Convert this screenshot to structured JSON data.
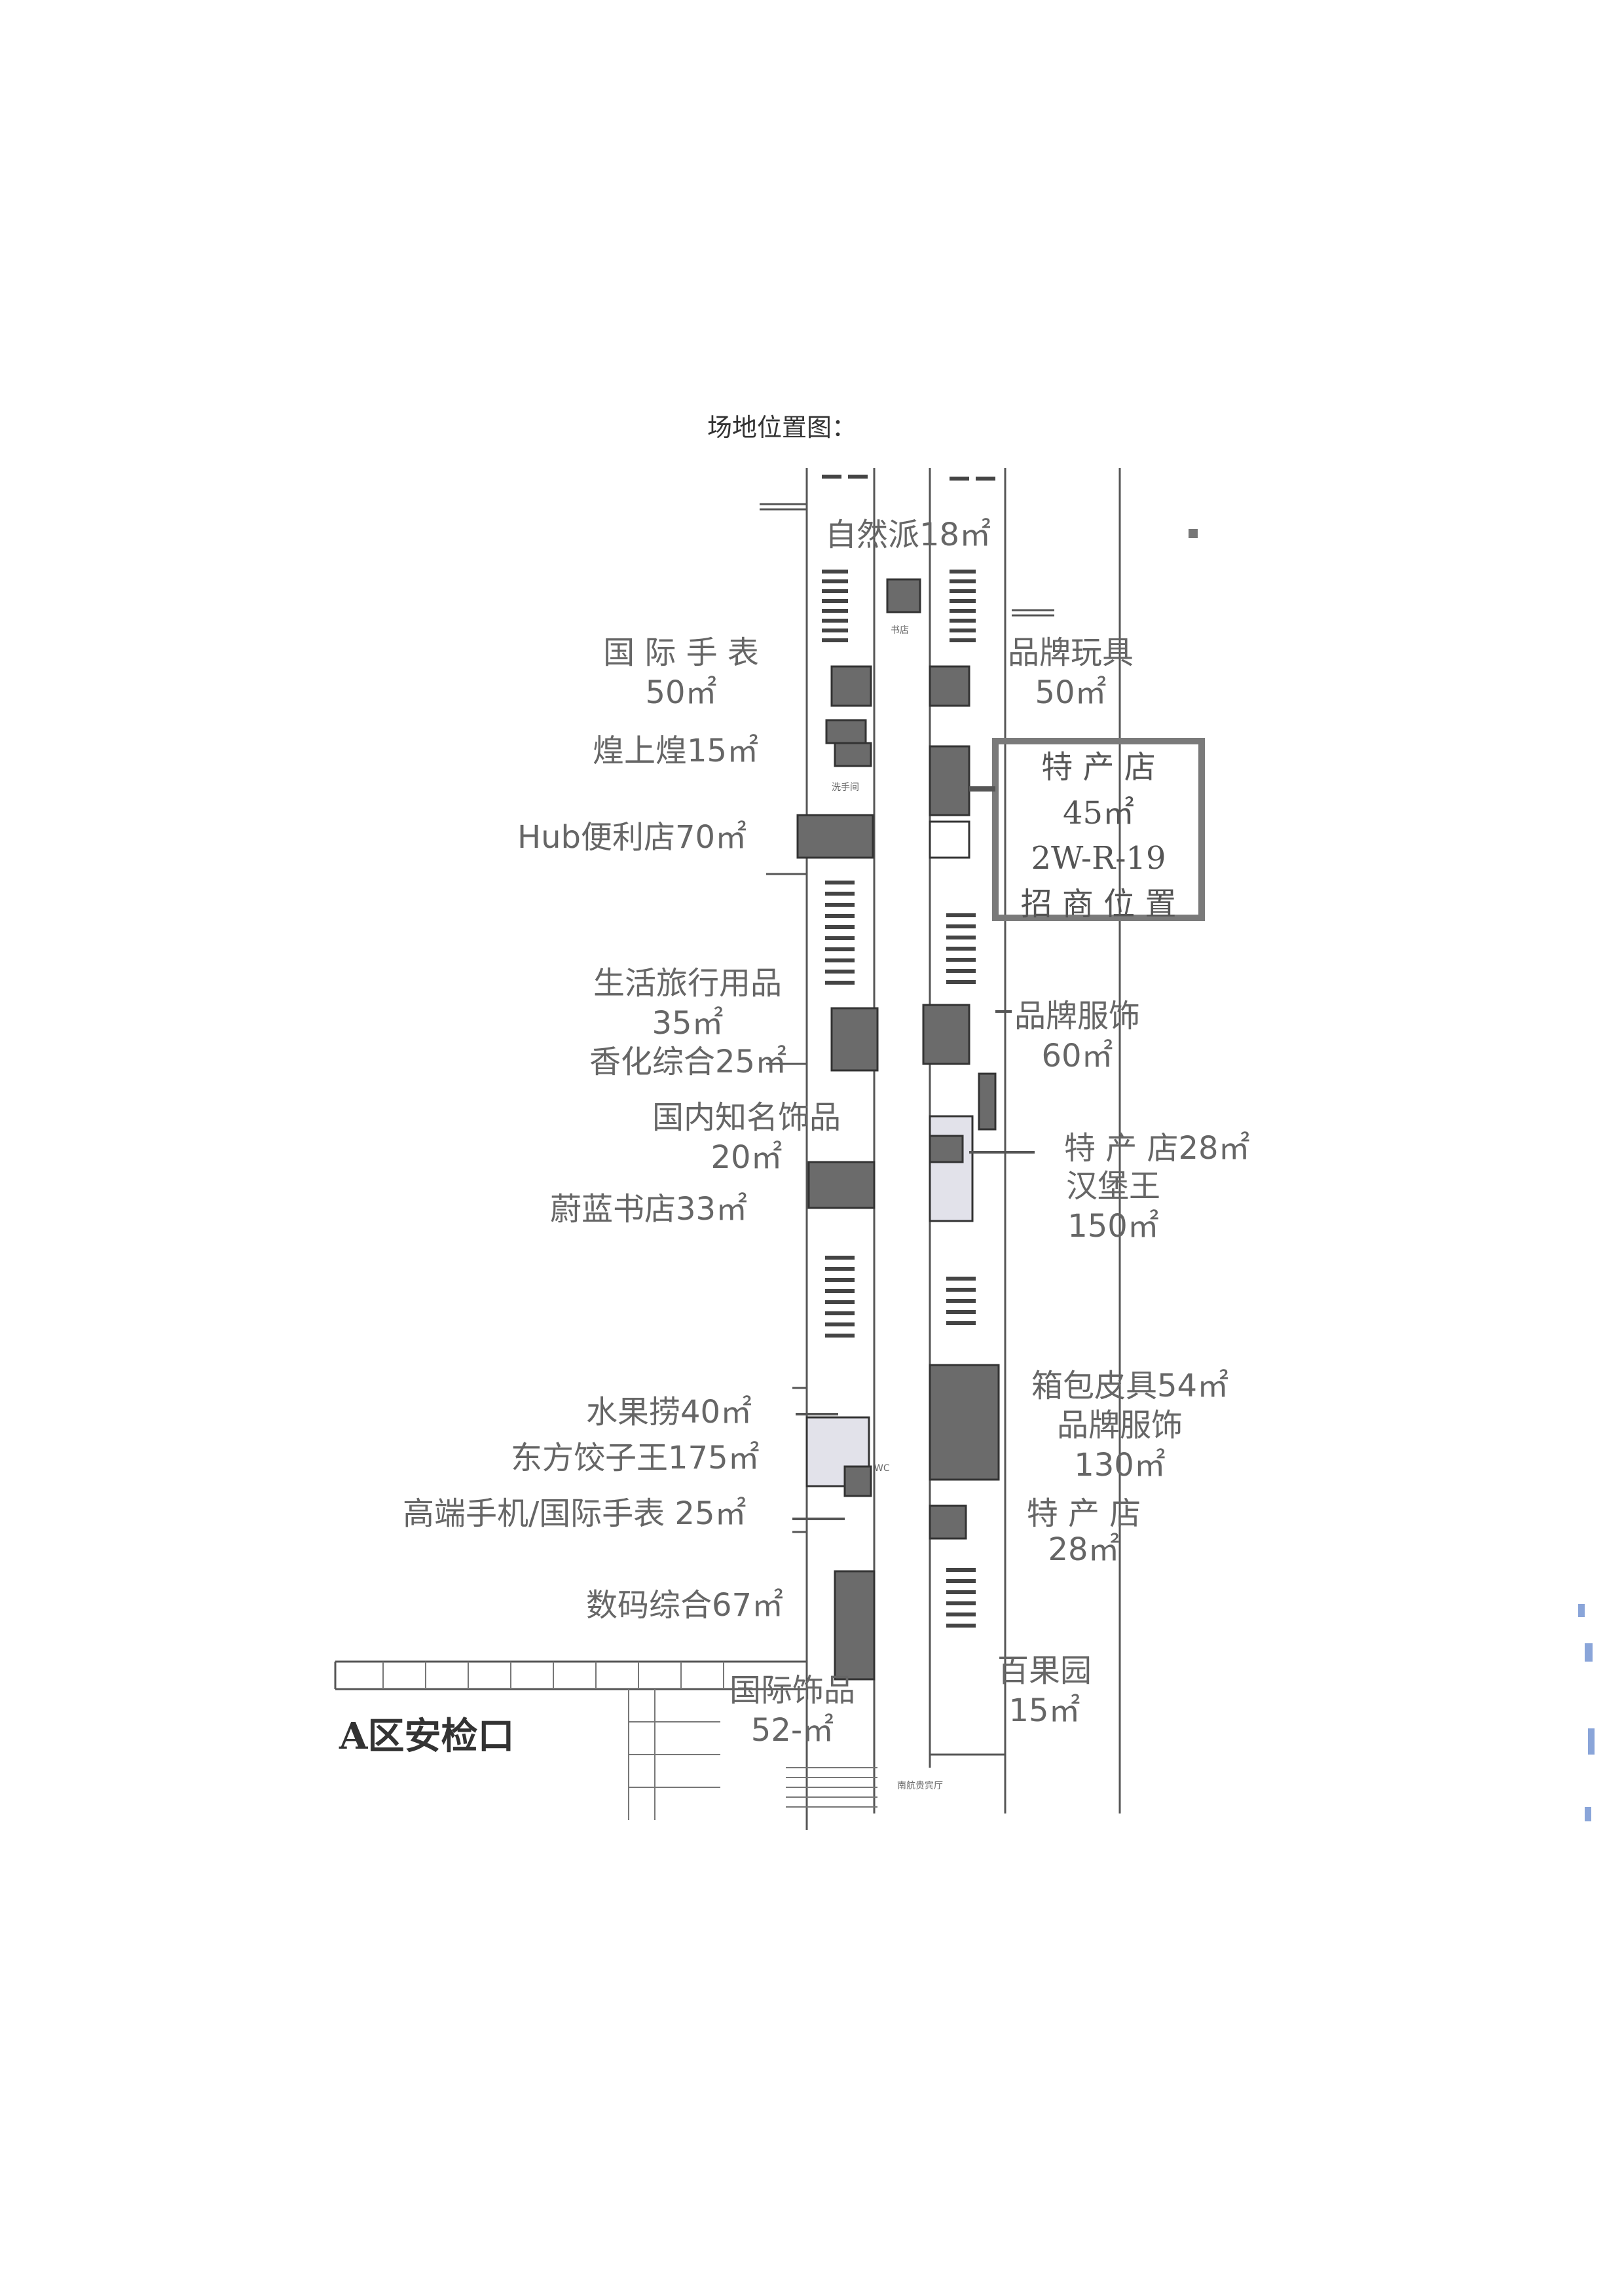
{
  "heading": "场地位置图：",
  "checkpoint": "A区安检口",
  "highlight": {
    "line1": "特 产 店",
    "line2": "45㎡",
    "line3": "2W-R-19",
    "line4": "招 商 位 置"
  },
  "labels": {
    "ziranpai": "自然派18㎡",
    "intl_watch_name": "国 际 手 表",
    "intl_watch_area": "50㎡",
    "brand_toys_name": "品牌玩具",
    "brand_toys_area": "50㎡",
    "huangshang": "煌上煌15㎡",
    "hub": "Hub便利店70㎡",
    "life_travel_name": "生活旅行用品",
    "life_travel_area": "35㎡",
    "cosmetics": "香化综合25㎡",
    "brand_clothing1_name": "品牌服饰",
    "brand_clothing1_area": "60㎡",
    "domestic_jewelry_name": "国内知名饰品",
    "domestic_jewelry_area": "20㎡",
    "specialty28a": "特 产 店28㎡",
    "burger_king_name": "汉堡王",
    "burger_king_area": "150㎡",
    "weilan": "蔚蓝书店33㎡",
    "luggage": "箱包皮具54㎡",
    "brand_clothing2_name": "品牌服饰",
    "brand_clothing2_area": "130㎡",
    "fruit": "水果捞40㎡",
    "dumpling": "东方饺子王175㎡",
    "phones": "高端手机/国际手表  25㎡",
    "specialty28b_name": "特 产 店",
    "specialty28b_area": "28㎡",
    "digital": "数码综合67㎡",
    "intl_accessories_name": "国际饰品",
    "intl_accessories_area": "52-㎡",
    "baiguoyuan_name": "百果园",
    "baiguoyuan_area": "15㎡"
  },
  "small_marks": {
    "wash_room": "洗手间",
    "vip_hall": "南航贵宾厅",
    "bookstore_small": "书店",
    "wc": "WC"
  },
  "colors": {
    "block_dark": "#6b6b6b",
    "block_light": "#e2e2ea",
    "line": "#555555",
    "highlight_border": "#7a7a7a",
    "seat": "#444444"
  }
}
